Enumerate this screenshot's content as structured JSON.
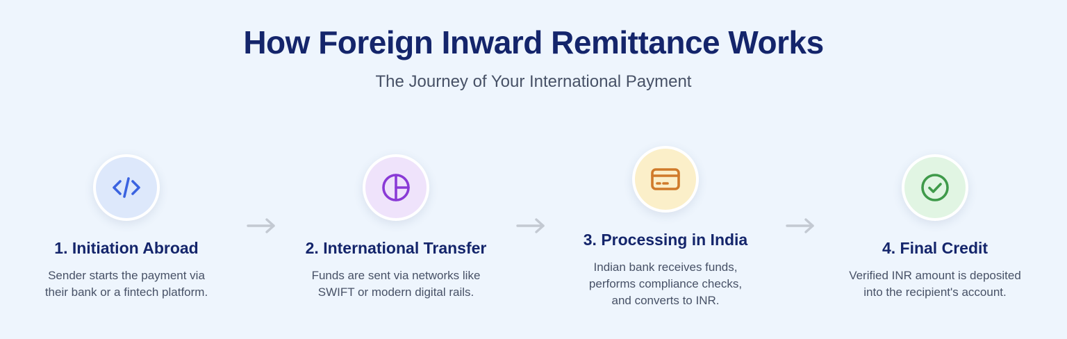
{
  "header": {
    "title": "How Foreign Inward Remittance Works",
    "subtitle": "The Journey of Your International Payment"
  },
  "steps": [
    {
      "title": "1. Initiation Abroad",
      "desc_line1": "Sender starts the payment via",
      "desc_line2": "their bank or a fintech platform.",
      "icon": "code-icon",
      "icon_bg": "#dde8fb",
      "icon_color": "#3b63e0"
    },
    {
      "title": "2. International Transfer",
      "desc_line1": "Funds are sent via networks like",
      "desc_line2": "SWIFT or modern digital rails.",
      "icon": "pie-chart-icon",
      "icon_bg": "#efe3fb",
      "icon_color": "#8a3ad6"
    },
    {
      "title": "3. Processing in India",
      "desc_line1": "Indian bank receives funds,",
      "desc_line2": "performs compliance checks,",
      "desc_line3": "and converts to INR.",
      "icon": "credit-card-icon",
      "icon_bg": "#fbefc9",
      "icon_color": "#d07a2a"
    },
    {
      "title": "4. Final Credit",
      "desc_line1": "Verified INR amount is deposited",
      "desc_line2": "into the recipient's account.",
      "icon": "check-circle-icon",
      "icon_bg": "#e1f5e3",
      "icon_color": "#3f9a4a"
    }
  ],
  "connector": {
    "icon": "arrow-right-icon",
    "color": "#c3c9d2"
  },
  "colors": {
    "background": "#eef5fd",
    "title": "#14256b",
    "text": "#475166"
  }
}
